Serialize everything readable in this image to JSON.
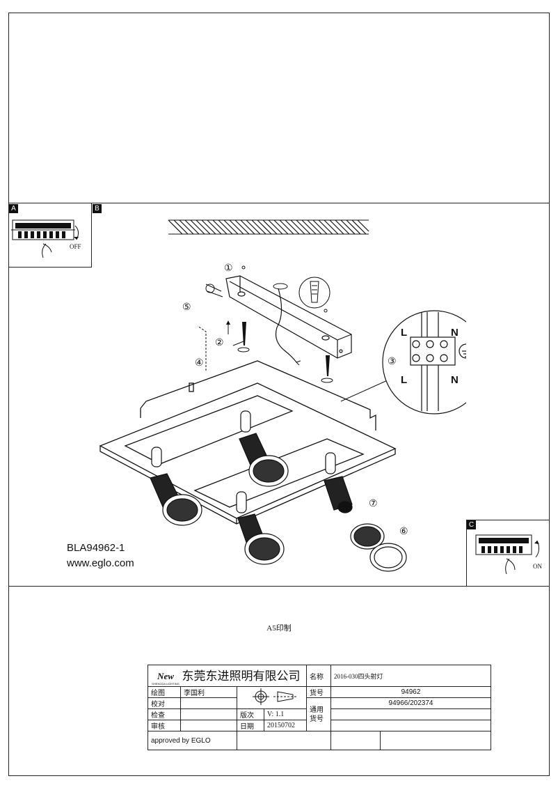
{
  "labels": {
    "a": "A",
    "b": "B",
    "c": "C",
    "off": "OFF",
    "on": "ON",
    "l_top": "L",
    "n_top": "N",
    "l_bottom": "L",
    "n_bottom": "N"
  },
  "steps": [
    "①",
    "②",
    "③",
    "④",
    "⑤",
    "⑥",
    "⑦"
  ],
  "product": {
    "code": "BLA94962-1",
    "website": "www.eglo.com"
  },
  "print_note": "A5印制",
  "title_block": {
    "logo_text": "New",
    "logo_sub": "SHENGDA LIGHTING",
    "company": "东莞东进照明有限公司",
    "name_label": "名称",
    "name_value": "2016-030四头射灯",
    "drawn_label": "绘图",
    "drawn_value": "李国利",
    "check_label": "校对",
    "inspect_label": "检查",
    "review_label": "审核",
    "item_label": "货号",
    "item_value": "94962",
    "common_label": "通用货号",
    "common_value": "94966/202374",
    "version_label": "版次",
    "version_value": "V: 1.1",
    "date_label": "日期",
    "date_value": "20150702",
    "approved": "approved by EGLO"
  }
}
